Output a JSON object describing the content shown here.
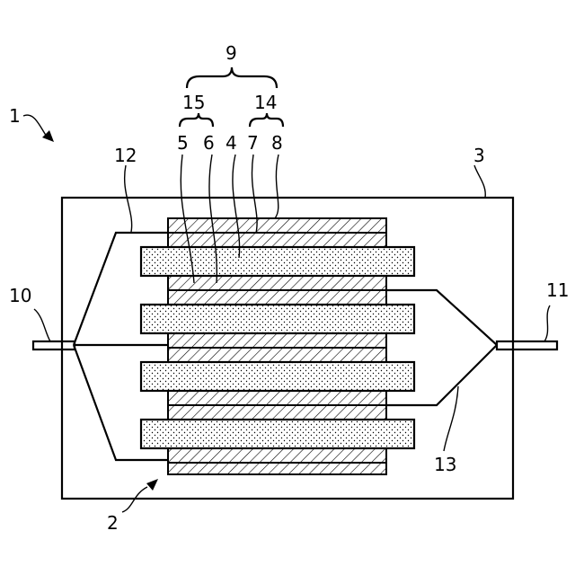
{
  "labels": {
    "battery": "1",
    "electrode_stack": "2",
    "outer_case": "3",
    "separator": "4",
    "current_collector_5": "5",
    "active_layer_6": "6",
    "current_collector_7": "7",
    "active_layer_8": "8",
    "electrode_group": "9",
    "terminal_left": "10",
    "terminal_right": "11",
    "lead_left": "12",
    "lead_right": "13",
    "electrode_14": "14",
    "electrode_15": "15"
  }
}
